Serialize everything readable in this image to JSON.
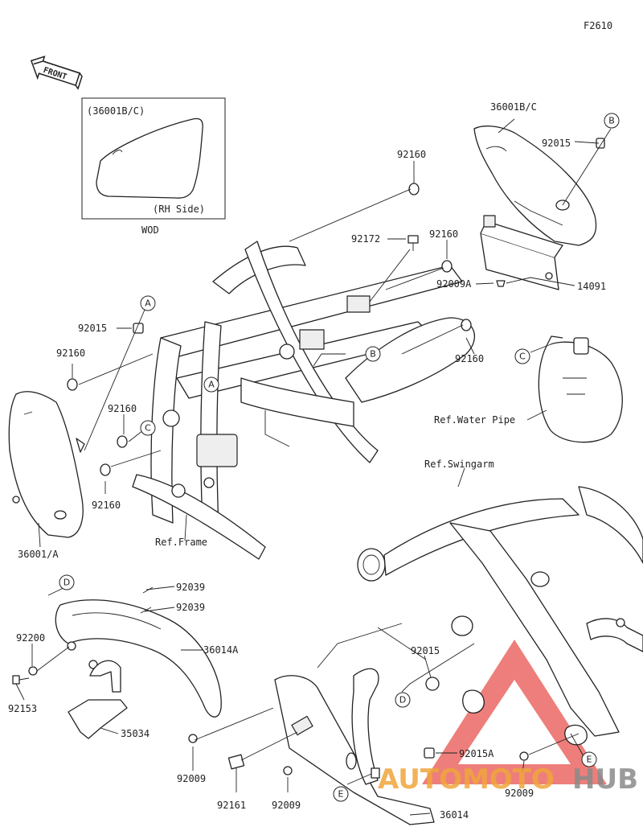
{
  "diagram_code": "F2610",
  "front_label": "FRONT",
  "inset": {
    "part": "(36001B/C)",
    "side": "(RH Side)",
    "caption": "WOD"
  },
  "part_labels": {
    "p36001BC": "36001B/C",
    "p92015_top": "92015",
    "p92160_top": "92160",
    "p92172": "92172",
    "p92160_mid": "92160",
    "p92009A": "92009A",
    "p14091": "14091",
    "p92160_right": "92160",
    "p92015_left": "92015",
    "p92160_left": "92160",
    "p92160_l2": "92160",
    "p92160_l3": "92160",
    "p36001A": "36001/A",
    "ref_frame": "Ref.Frame",
    "ref_water": "Ref.Water Pipe",
    "ref_swing": "Ref.Swingarm",
    "p92039_a": "92039",
    "p92039_b": "92039",
    "p92200": "92200",
    "p36014A": "36014A",
    "p92153": "92153",
    "p35034": "35034",
    "p92015_low": "92015",
    "p92015A": "92015A",
    "p92009_l": "92009",
    "p92009_m": "92009",
    "p92009_r": "92009",
    "p92161": "92161",
    "p36014": "36014"
  },
  "callouts": {
    "A1": "A",
    "A2": "A",
    "B1": "B",
    "B2": "B",
    "C1": "C",
    "C2": "C",
    "D1": "D",
    "D2": "D",
    "E1": "E",
    "E2": "E"
  },
  "watermark": {
    "part1": "AUTOMOTO",
    "part2": "HUB"
  },
  "colors": {
    "line": "#222222",
    "watermark_red": "#e8534f",
    "watermark_orange": "#f0a53c",
    "watermark_gray": "#8a8a8a"
  }
}
